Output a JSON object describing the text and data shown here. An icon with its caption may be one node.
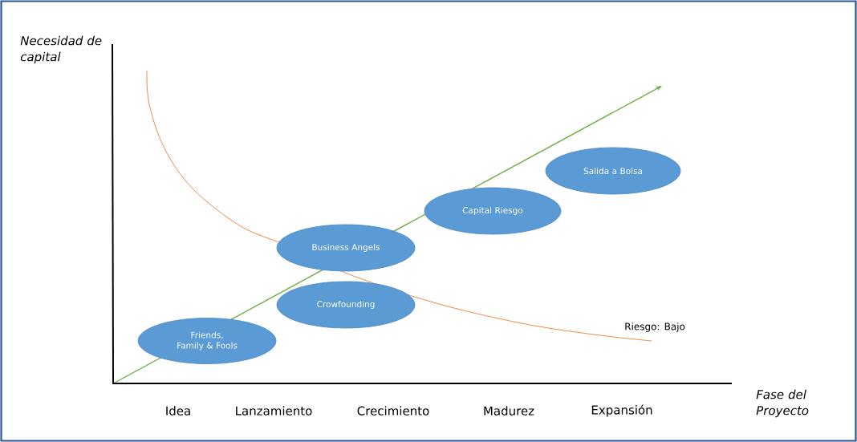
{
  "diagram": {
    "nodes": [
      {
        "text": [
          "Friends, Family & Fools"
        ]
      },
      {
        "text": [
          "Crowfounding"
        ]
      },
      {
        "text": [
          "Business Angels"
        ]
      },
      {
        "text": [
          "Capital Riesgo"
        ]
      },
      {
        "text": [
          "Salida a Bolsa"
        ]
      }
    ],
    "labels": [
      "Necesidad de capital",
      "Riesgo: Bajo",
      "Fase del Proyecto",
      "Idea",
      "Lanzamiento",
      "Crecimiento",
      "Madurez",
      "Expansión"
    ]
  }
}
